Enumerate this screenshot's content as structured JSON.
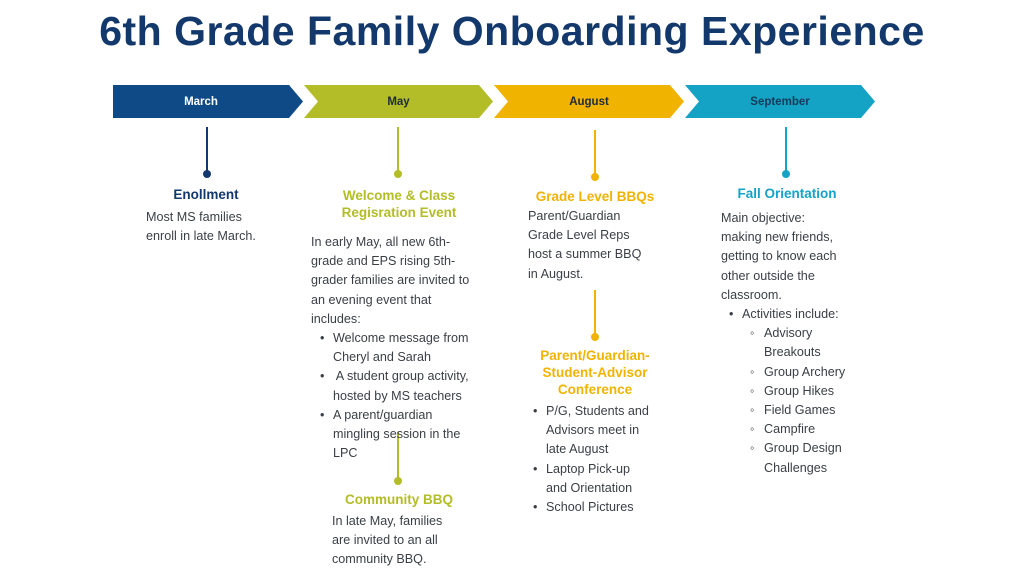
{
  "title": "6th Grade Family Onboarding Experience",
  "timeline": {
    "months": [
      "March",
      "May",
      "August",
      "September"
    ]
  },
  "colors": {
    "navy": "#13386b",
    "march": "#0f4a86",
    "may": "#b3bd27",
    "august": "#f0b400",
    "september": "#14a3c4"
  },
  "march": {
    "enrollment": {
      "heading": "Enollment",
      "lines": [
        "Most MS families",
        "enroll in late March."
      ]
    }
  },
  "may": {
    "welcome": {
      "heading_lines": [
        "Welcome & Class",
        "Regisration Event"
      ],
      "intro_lines": [
        "In early May, all new 6th-",
        "grade and EPS rising 5th-",
        "grader families are invited to",
        "an evening event that",
        "includes:"
      ],
      "bullets": [
        [
          "Welcome message from",
          "Cheryl and Sarah"
        ],
        [
          " A student group activity,",
          "hosted by MS teachers"
        ],
        [
          "A parent/guardian",
          "mingling session in the",
          "LPC"
        ]
      ]
    },
    "community": {
      "heading": "Community BBQ",
      "lines": [
        "In late May, families",
        "are invited to an all",
        "community BBQ."
      ]
    }
  },
  "august": {
    "bbq": {
      "heading": "Grade Level BBQs",
      "lines": [
        "Parent/Guardian",
        "Grade Level Reps",
        "host a summer BBQ",
        "in August."
      ]
    },
    "conference": {
      "heading_lines": [
        "Parent/Guardian-",
        "Student-Advisor",
        "Conference"
      ],
      "bullets": [
        [
          "P/G, Students and",
          "Advisors meet in",
          "late August"
        ],
        [
          "Laptop Pick-up",
          "and Orientation"
        ],
        [
          "School Pictures"
        ]
      ]
    }
  },
  "september": {
    "orientation": {
      "heading": "Fall Orientation",
      "lines": [
        "Main objective:",
        "making new friends,",
        "getting to know each",
        "other outside the",
        "classroom."
      ],
      "bullet": "Activities include:",
      "activities": [
        [
          "Advisory",
          "Breakouts"
        ],
        [
          "Group Archery"
        ],
        [
          "Group Hikes"
        ],
        [
          "Field Games"
        ],
        [
          "Campfire"
        ],
        [
          "Group Design",
          "Challenges"
        ]
      ]
    }
  }
}
